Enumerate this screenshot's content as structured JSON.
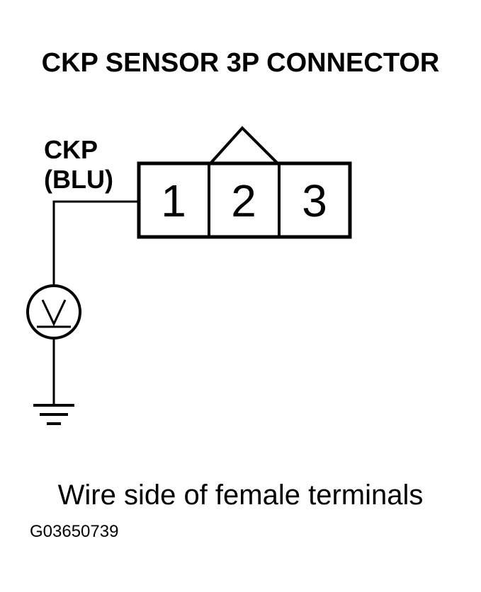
{
  "title": "CKP SENSOR 3P CONNECTOR",
  "wire": {
    "signal": "CKP",
    "color_code": "(BLU)"
  },
  "connector": {
    "pins": [
      "1",
      "2",
      "3"
    ],
    "probed_pin": "1"
  },
  "meter": {
    "symbol": "voltmeter-icon"
  },
  "ground": {
    "symbol": "ground-icon"
  },
  "caption": "Wire side of female terminals",
  "figure_code": "G03650739",
  "colors": {
    "ink": "#000000",
    "background": "#ffffff"
  }
}
